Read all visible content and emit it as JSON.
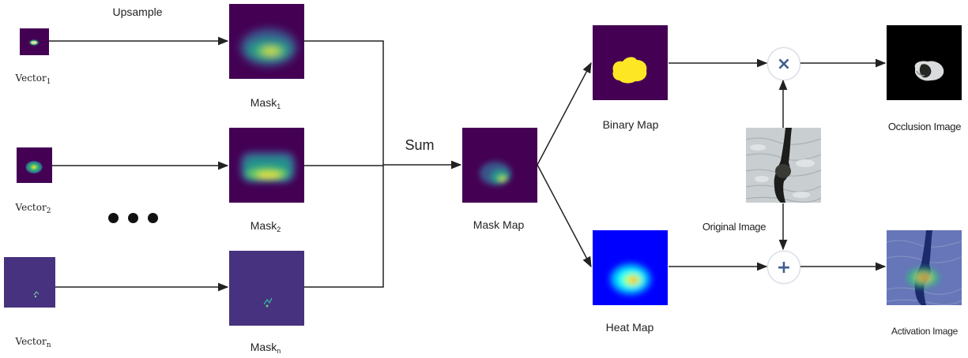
{
  "labels": {
    "upsample": "Upsample",
    "sum": "Sum",
    "vector_prefix": "Vector",
    "mask_prefix": "Mask",
    "sub_1": "1",
    "sub_2": "2",
    "sub_n": "n",
    "mask_map": "Mask Map",
    "binary_map": "Binary Map",
    "heat_map": "Heat Map",
    "original_image": "Original Image",
    "occlusion_image": "Occlusion Image",
    "activation_image": "Activation Image"
  },
  "operators": {
    "multiply": "×",
    "add": "+"
  },
  "colors": {
    "viridis_dark": "#440154",
    "viridis_mid": "#21918c",
    "viridis_light": "#fde725",
    "jet_blue": "#0000ff",
    "jet_red": "#ff0000",
    "operator_symbol": "#3e5e8f",
    "arrow": "#222222"
  }
}
